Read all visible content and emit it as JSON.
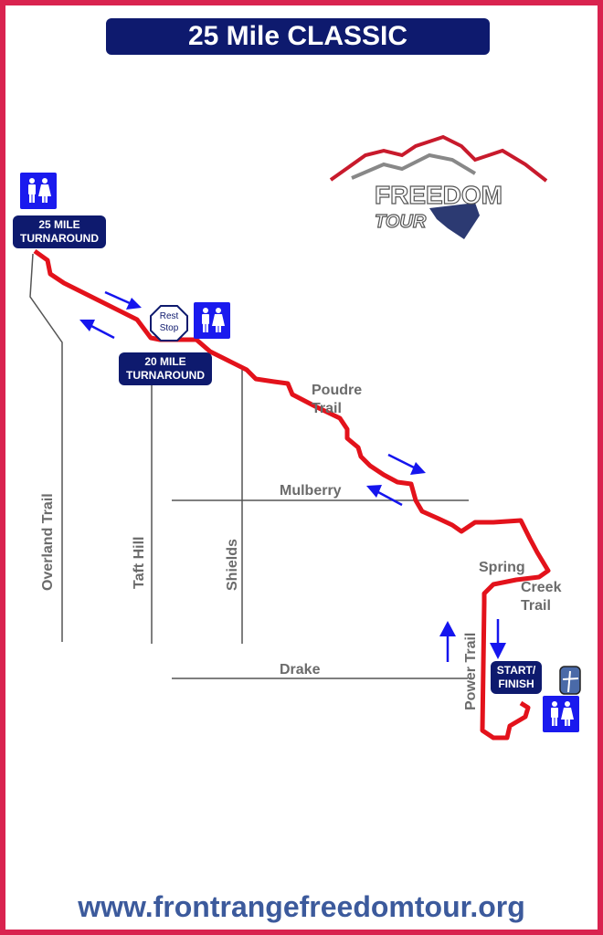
{
  "title": "25 Mile CLASSIC",
  "logo": {
    "line1": "FREEDOM",
    "line2": "TOUR"
  },
  "signs": {
    "turnaround25": [
      "25 MILE",
      "TURNAROUND"
    ],
    "turnaround20": [
      "20 MILE",
      "TURNAROUND"
    ],
    "start_finish": [
      "START/",
      "FINISH"
    ],
    "rest_stop": [
      "Rest",
      "Stop"
    ]
  },
  "streets": {
    "poudre": [
      "Poudre",
      "Trail"
    ],
    "mulberry": "Mulberry",
    "drake": "Drake",
    "overland": "Overland Trail",
    "taft": "Taft Hill",
    "shields": "Shields",
    "power": "Power Trail",
    "spring": "Spring",
    "creek": [
      "Creek",
      "Trail"
    ]
  },
  "url": "www.frontrangefreedomtour.org",
  "colors": {
    "route": "#e3121b",
    "border": "#d9234f",
    "sign": "#0e1a6e",
    "arrow": "#1515ee"
  }
}
